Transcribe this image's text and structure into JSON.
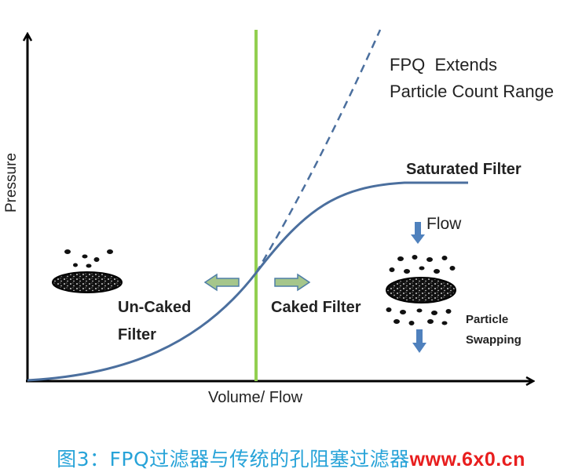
{
  "axes": {
    "ylabel": "Pressure",
    "xlabel": "Volume/ Flow"
  },
  "labels": {
    "fpq_line1": "FPQ  Extends",
    "fpq_line2": "Particle Count Range",
    "saturated": "Saturated Filter",
    "flow": "Flow",
    "caked": "Caked Filter",
    "uncaked_line1": "Un-Caked",
    "uncaked_line2": "Filter",
    "particle_line1": "Particle",
    "particle_line2": "Swapping"
  },
  "caption": {
    "text": "图3：FPQ过滤器与传统的孔阻塞过滤器",
    "watermark": "www.6x0.cn"
  },
  "colors": {
    "curve": "#4b6f9e",
    "divider": "#92cf50",
    "arrow_fill": "#a5c68b",
    "arrow_stroke": "#4f7ea6",
    "flow_arrow": "#4f81bd",
    "caption": "#27a3d8",
    "watermark": "#e81e1e"
  },
  "icons": [
    "uncaked-filter-disc-icon",
    "caked-filter-disc-icon",
    "flow-down-arrow-icon"
  ]
}
